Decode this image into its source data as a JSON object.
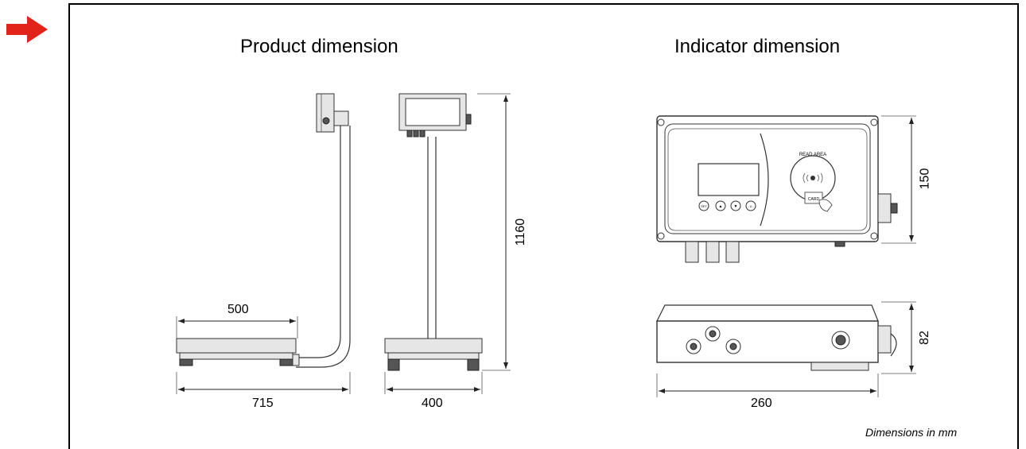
{
  "headings": {
    "product": "Product dimension",
    "indicator": "Indicator dimension"
  },
  "product_dims": {
    "platform_width": "500",
    "total_depth": "715",
    "height": "1160",
    "front_width": "400"
  },
  "indicator_dims": {
    "height": "150",
    "depth": "82",
    "width": "260"
  },
  "indicator_labels": {
    "read_area": "READ AREA",
    "card": "CARD",
    "keys": [
      "SET",
      "▲",
      "▼",
      "→0←"
    ]
  },
  "footnote": "Dimensions in mm",
  "icons": {
    "pointer": "red-arrow-icon"
  },
  "colors": {
    "arrow_red": "#e2231a",
    "line": "#333333"
  }
}
